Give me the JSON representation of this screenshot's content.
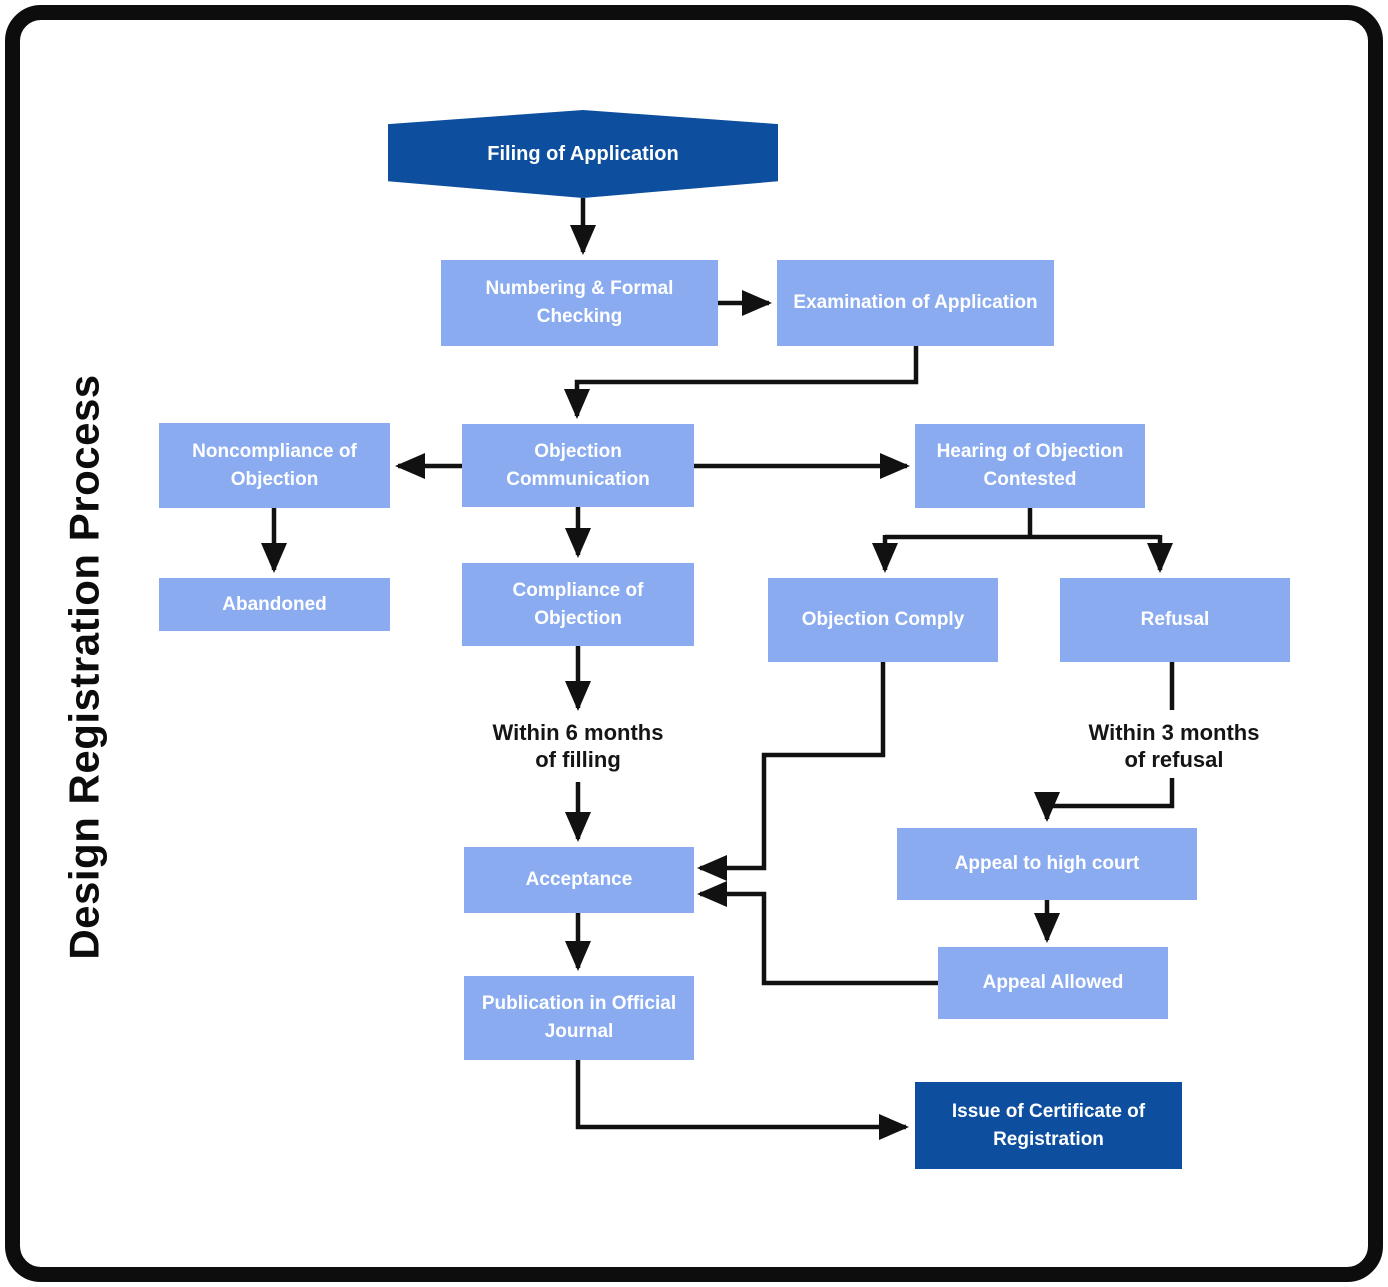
{
  "title": "Design Registration Process",
  "colors": {
    "dark_blue": "#0d4f9e",
    "light_blue": "#8aabf0",
    "line": "#111111",
    "background": "#ffffff",
    "box_text": "#ffffff"
  },
  "nodes": {
    "filing": {
      "label": "Filing of Application"
    },
    "numbering": {
      "label": "Numbering & Formal Checking"
    },
    "examination": {
      "label": "Examination of Application"
    },
    "noncompliance": {
      "label": "Noncompliance of Objection"
    },
    "objection_communication": {
      "label": "Objection Communication"
    },
    "hearing": {
      "label": "Hearing of Objection Contested"
    },
    "abandoned": {
      "label": "Abandoned"
    },
    "compliance": {
      "label": "Compliance of Objection"
    },
    "objection_comply": {
      "label": "Objection Comply"
    },
    "refusal": {
      "label": "Refusal"
    },
    "acceptance": {
      "label": "Acceptance"
    },
    "appeal_high_court": {
      "label": "Appeal to high court"
    },
    "appeal_allowed": {
      "label": "Appeal Allowed"
    },
    "publication": {
      "label": "Publication in Official Journal"
    },
    "certificate": {
      "label": "Issue of Certificate of Registration"
    }
  },
  "annotations": {
    "within_6_months": {
      "line1": "Within 6 months",
      "line2": "of filling"
    },
    "within_3_months": {
      "line1": "Within 3 months",
      "line2": "of refusal"
    }
  }
}
